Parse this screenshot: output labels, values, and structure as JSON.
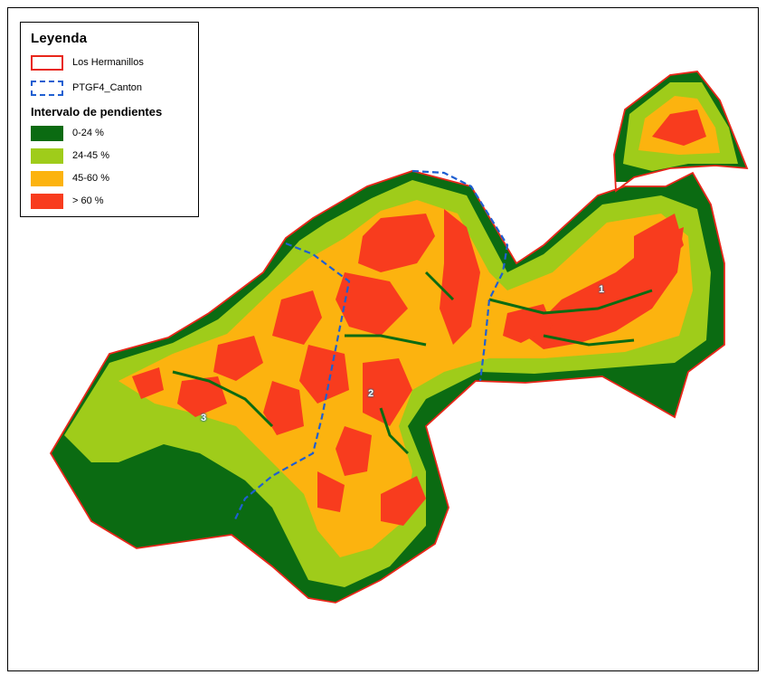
{
  "legend": {
    "title": "Leyenda",
    "boundary_items": [
      {
        "label": "Los Hermanillos",
        "style": "red-outline",
        "color": "#e8261a"
      },
      {
        "label": "PTGF4_Canton",
        "style": "blue-dashed",
        "color": "#1f5fd1"
      }
    ],
    "slope_heading": "Intervalo de pendientes",
    "slope_classes": [
      {
        "label": "0-24 %",
        "color": "#0b6b12"
      },
      {
        "label": "24-45 %",
        "color": "#9fcc1a"
      },
      {
        "label": "45-60 %",
        "color": "#fcb30f"
      },
      {
        "label": "> 60 %",
        "color": "#f83c1e"
      }
    ]
  },
  "zones": [
    {
      "id": "zone-1",
      "label": "1"
    },
    {
      "id": "zone-2",
      "label": "2"
    },
    {
      "id": "zone-3",
      "label": "3"
    }
  ]
}
